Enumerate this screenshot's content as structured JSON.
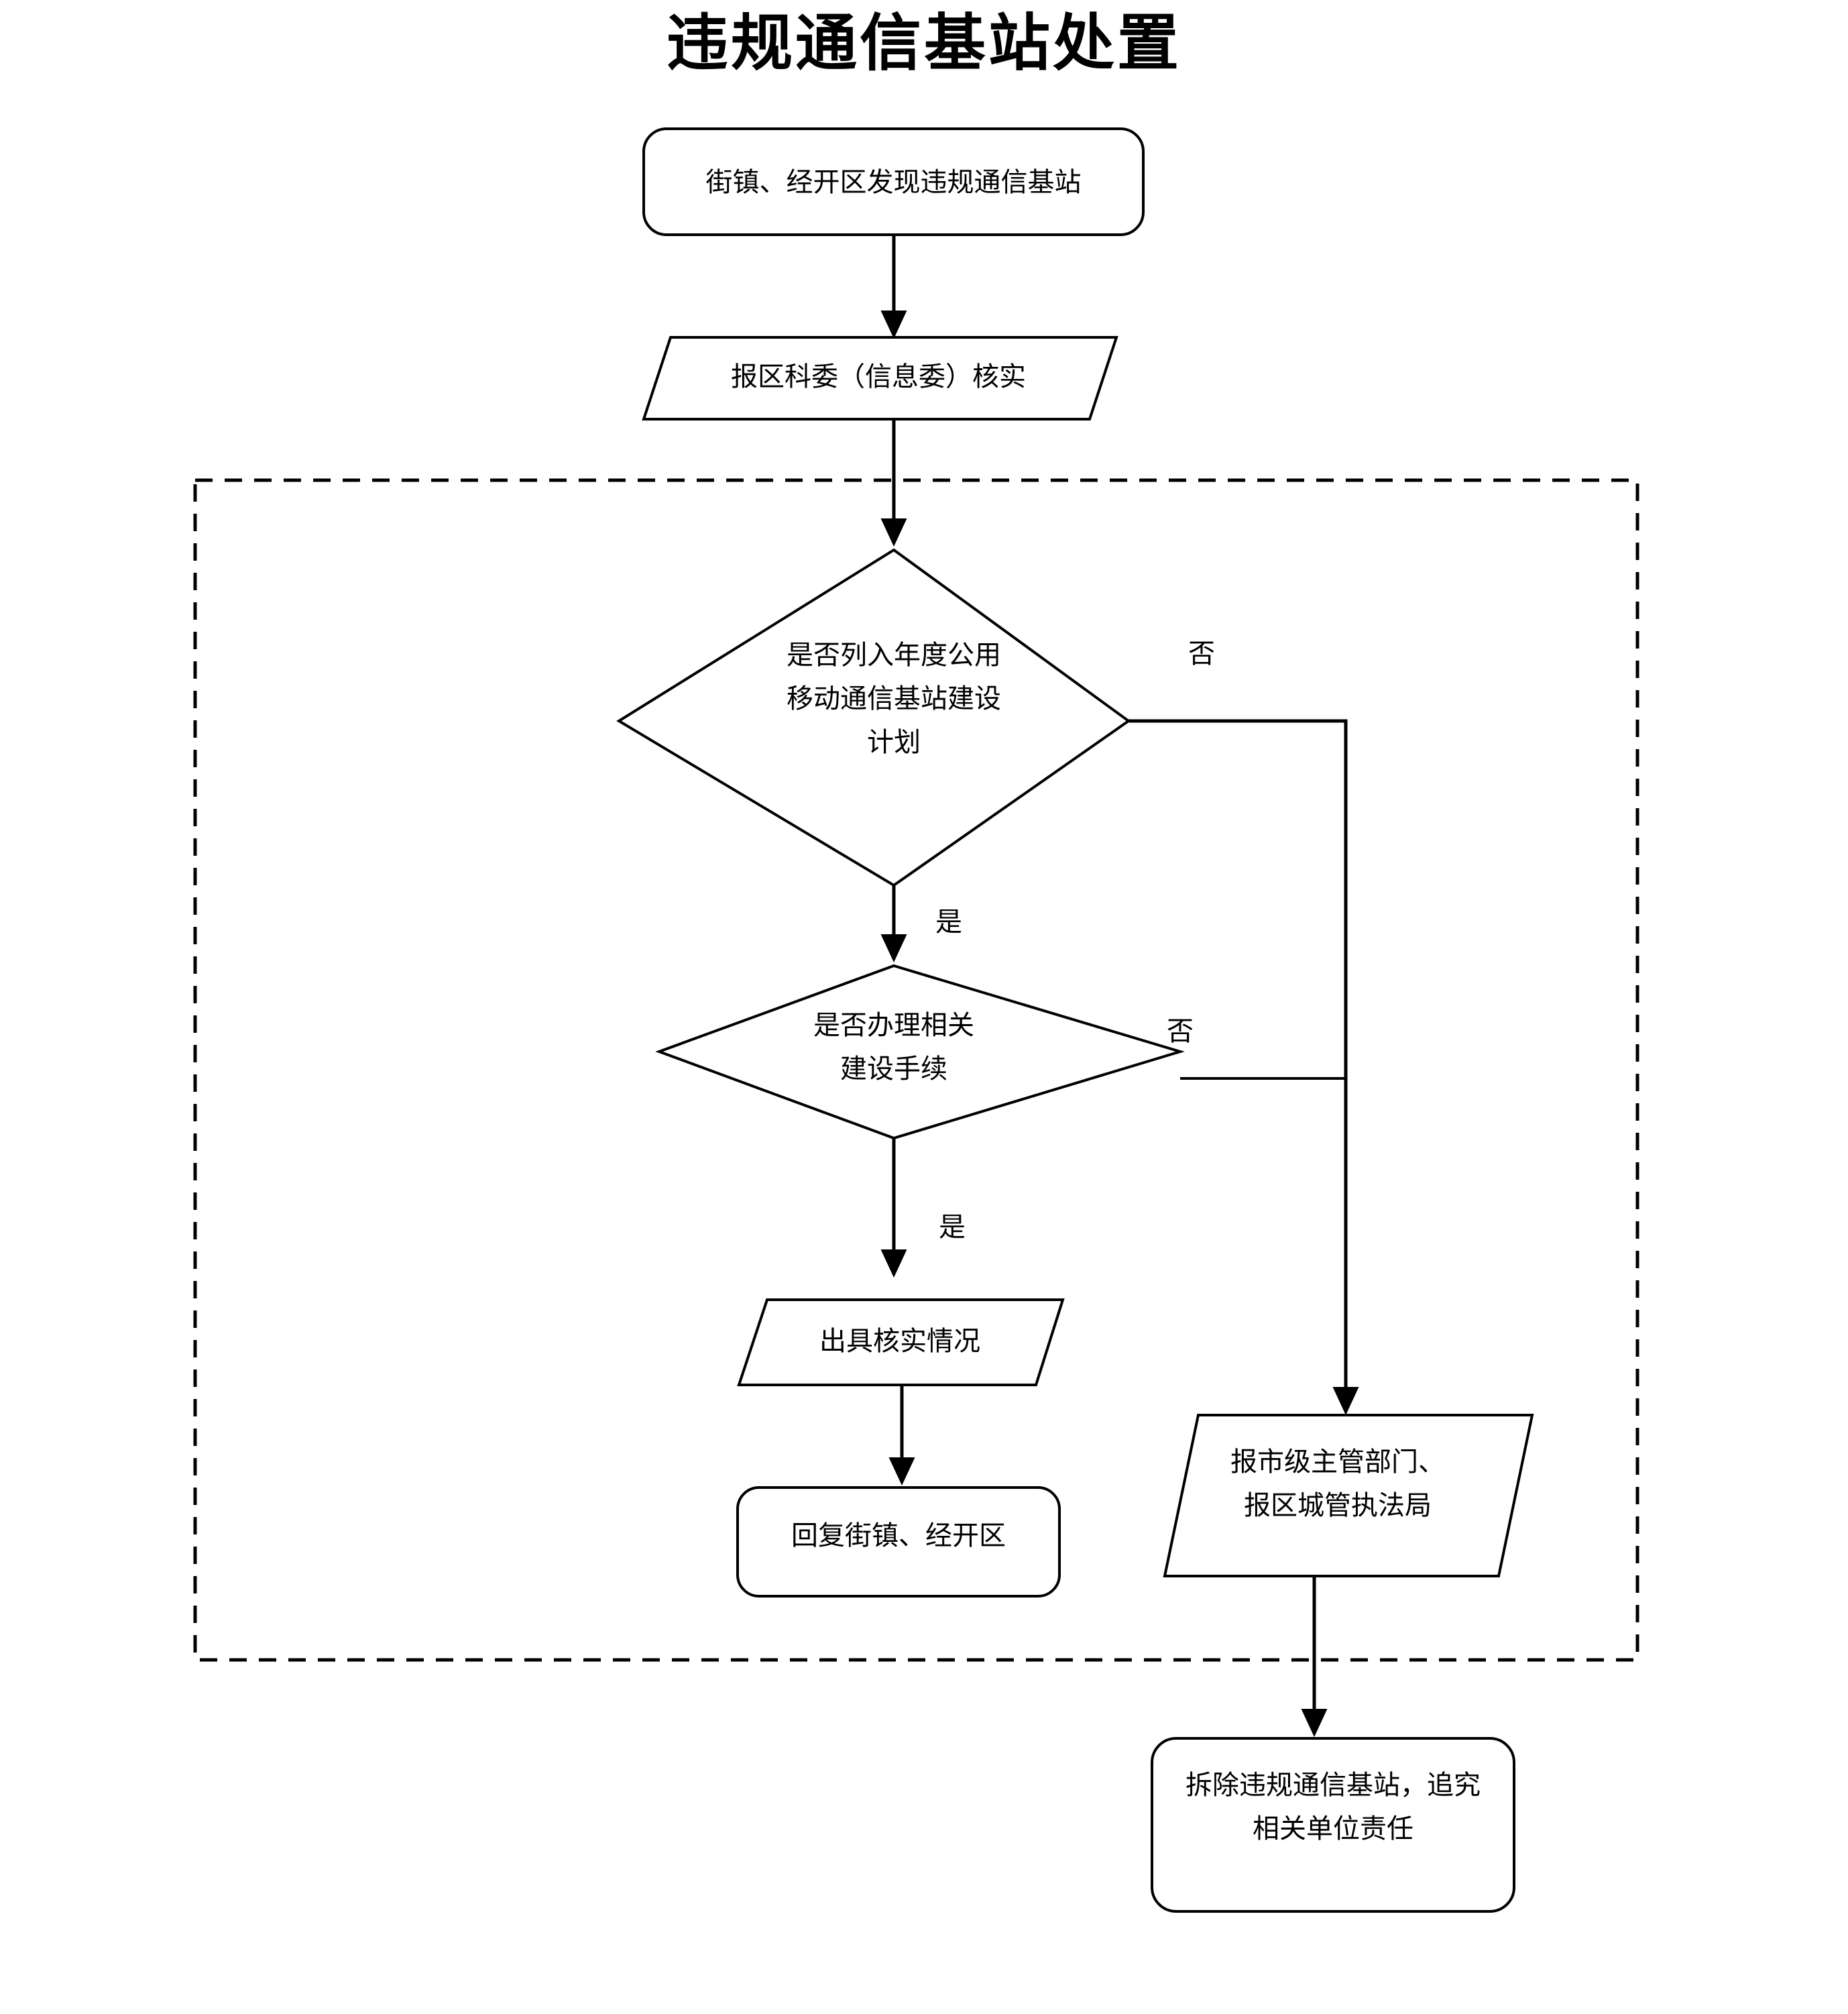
{
  "document": {
    "title": "违规通信基站处置"
  },
  "chart_data": {
    "type": "flowchart",
    "title": "违规通信基站处置",
    "orientation": "top-down",
    "nodes": [
      {
        "id": "n1",
        "shape": "rounded-rectangle",
        "text": "街镇、经开区发现违规通信基站"
      },
      {
        "id": "n2",
        "shape": "parallelogram",
        "text": "报区科委（信息委）核实"
      },
      {
        "id": "n3",
        "shape": "diamond",
        "text": "是否列入年度公用\n移动通信基站建设\n计划"
      },
      {
        "id": "n4",
        "shape": "diamond",
        "text": "是否办理相关\n建设手续"
      },
      {
        "id": "n5",
        "shape": "parallelogram",
        "text": "出具核实情况"
      },
      {
        "id": "n6",
        "shape": "rounded-rectangle",
        "text": "回复街镇、经开区"
      },
      {
        "id": "n7",
        "shape": "parallelogram",
        "text": "报市级主管部门、\n报区城管执法局"
      },
      {
        "id": "n8",
        "shape": "rounded-rectangle",
        "text": "拆除违规通信基站，追究\n相关单位责任"
      }
    ],
    "edges": [
      {
        "from": "n1",
        "to": "n2",
        "label": ""
      },
      {
        "from": "n2",
        "to": "n3",
        "label": ""
      },
      {
        "from": "n3",
        "to": "n4",
        "label": "是"
      },
      {
        "from": "n3",
        "to": "n7",
        "label": "否"
      },
      {
        "from": "n4",
        "to": "n5",
        "label": "是"
      },
      {
        "from": "n4",
        "to": "n7",
        "label": "否"
      },
      {
        "from": "n5",
        "to": "n6",
        "label": ""
      },
      {
        "from": "n7",
        "to": "n8",
        "label": ""
      }
    ],
    "branch_labels": {
      "d1_no": "否",
      "d1_yes": "是",
      "d2_no": "否",
      "d2_yes": "是"
    },
    "grouping_box": {
      "style": "dashed",
      "label": "",
      "contains": [
        "n3",
        "n4",
        "n5",
        "n6",
        "n7"
      ]
    },
    "colors": {
      "stroke": "#000000",
      "fill": "#ffffff",
      "background": "#ffffff",
      "text": "#000000"
    }
  }
}
